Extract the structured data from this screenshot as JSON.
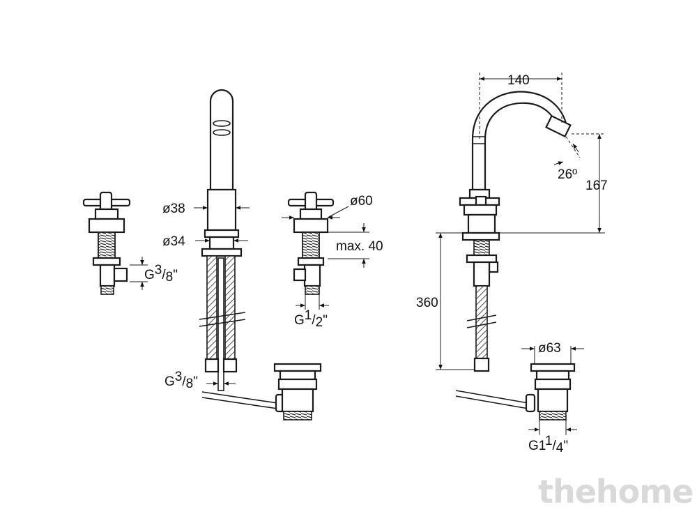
{
  "dimensions": {
    "d38": "ø38",
    "d34": "ø34",
    "d60": "ø60",
    "max40": "max. 40",
    "w140": "140",
    "h167": "167",
    "angle": "26º",
    "h360": "360",
    "d63": "ø63"
  },
  "threads": {
    "g38_side": {
      "base": "G",
      "num": "3",
      "den": "8",
      "tail": "\""
    },
    "g38_bottom": {
      "base": "G",
      "num": "3",
      "den": "8",
      "tail": "\""
    },
    "g12": {
      "base": "G",
      "num": "1",
      "den": "2",
      "tail": "\""
    },
    "g114": {
      "base": "G1",
      "num": "1",
      "den": "4",
      "tail": "\""
    }
  },
  "watermark": "thehome"
}
